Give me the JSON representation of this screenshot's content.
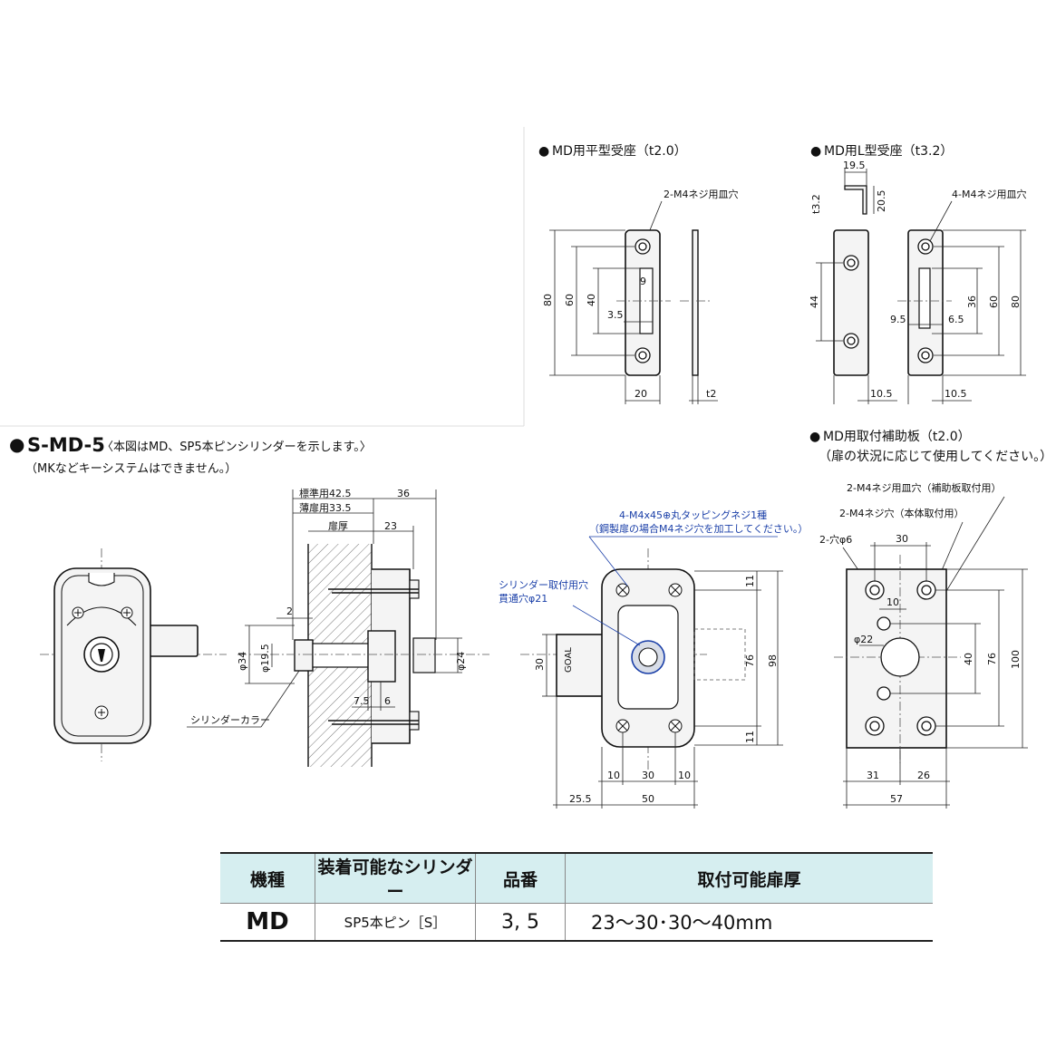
{
  "views": {
    "flat_strike": {
      "title": "MD用平型受座（t2.0）",
      "note": "2-M4ネジ用皿穴",
      "dims": [
        "80",
        "60",
        "40",
        "9",
        "3.5",
        "20",
        "t2"
      ]
    },
    "l_strike": {
      "title": "MD用L型受座（t3.2）",
      "note": "4-M4ネジ用皿穴",
      "dims": [
        "19.5",
        "t3.2",
        "20.5",
        "44",
        "36",
        "60",
        "80",
        "9.5",
        "6.5",
        "10.5",
        "10.5"
      ]
    },
    "model_title": "S-MD-5",
    "model_note": "〈本図はMD、SP5本ピンシリンダーを示します。〉",
    "model_note2": "（MKなどキーシステムはできません。）",
    "side_view": {
      "dims": [
        "標準用42.5",
        "薄扉用33.5",
        "36",
        "扉厚",
        "23",
        "2",
        "φ34",
        "φ19.5",
        "φ24",
        "7.5",
        "6"
      ],
      "collar_label": "シリンダーカラー"
    },
    "back_view": {
      "screw_note": "4-M4x45⊕丸タッピングネジ1種",
      "screw_note2": "（鋼製扉の場合M4ネジ穴を加工してください。）",
      "hole_note": "シリンダー取付用穴",
      "hole_note2": "貫通穴φ21",
      "dims": [
        "30",
        "11",
        "76",
        "98",
        "11",
        "10",
        "30",
        "10",
        "25.5",
        "50"
      ],
      "logo": "GOAL"
    },
    "reinforce_plate": {
      "title": "MD用取付補助板（t2.0）",
      "subtitle": "（扉の状況に応じて使用してください。）",
      "note1": "2-M4ネジ用皿穴（補助板取付用）",
      "note2": "2-M4ネジ穴（本体取付用）",
      "note3": "2-穴φ6",
      "dims": [
        "30",
        "10",
        "φ22",
        "40",
        "76",
        "100",
        "31",
        "26",
        "57"
      ]
    }
  },
  "table": {
    "headers": [
      "機種",
      "装着可能なシリンダー",
      "品番",
      "取付可能扉厚"
    ],
    "rows": [
      [
        "MD",
        "SP5本ピン［S］",
        "3, 5",
        "23〜30･30〜40mm"
      ]
    ]
  },
  "colors": {
    "header_bg": "#d6eef0",
    "note_blue": "#1a3fa8"
  }
}
